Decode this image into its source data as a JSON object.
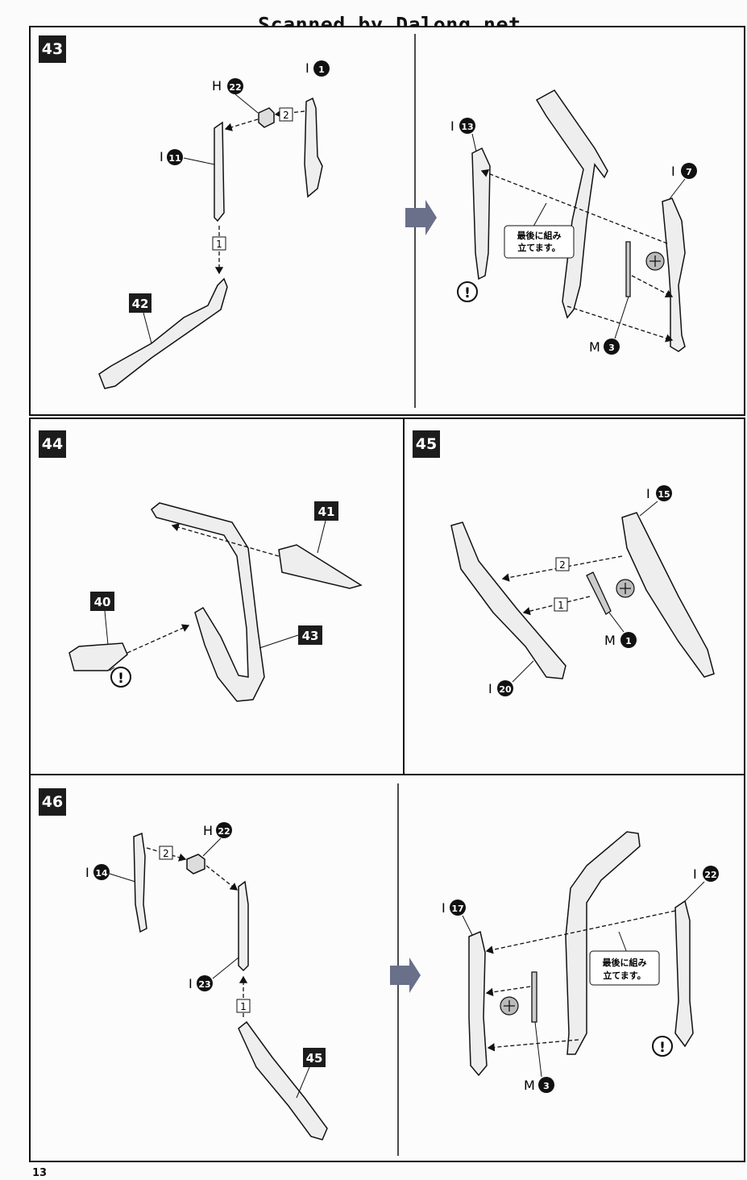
{
  "header": {
    "watermark": "Scanned by Dalong.net"
  },
  "footer": {
    "page_number": "13"
  },
  "steps": [
    {
      "number": "43"
    },
    {
      "number": "44"
    },
    {
      "number": "45"
    },
    {
      "number": "46"
    }
  ],
  "parts": {
    "I1": {
      "letter": "I",
      "num": "1"
    },
    "H22": {
      "letter": "H",
      "num": "22"
    },
    "I11": {
      "letter": "I",
      "num": "11"
    },
    "I13": {
      "letter": "I",
      "num": "13"
    },
    "I7": {
      "letter": "I",
      "num": "7"
    },
    "M3": {
      "letter": "M",
      "num": "3"
    },
    "I15": {
      "letter": "I",
      "num": "15"
    },
    "M1": {
      "letter": "M",
      "num": "1"
    },
    "I20": {
      "letter": "I",
      "num": "20"
    },
    "I14": {
      "letter": "I",
      "num": "14"
    },
    "I23": {
      "letter": "I",
      "num": "23"
    },
    "I17": {
      "letter": "I",
      "num": "17"
    },
    "I22": {
      "letter": "I",
      "num": "22"
    }
  },
  "refs": {
    "r42": "42",
    "r41": "41",
    "r40": "40",
    "r43": "43",
    "r45": "45"
  },
  "order": {
    "one": "1",
    "two": "2"
  },
  "notes": {
    "assemble_last_line1": "最後に組み",
    "assemble_last_line2": "立てます。",
    "caution": "!"
  }
}
